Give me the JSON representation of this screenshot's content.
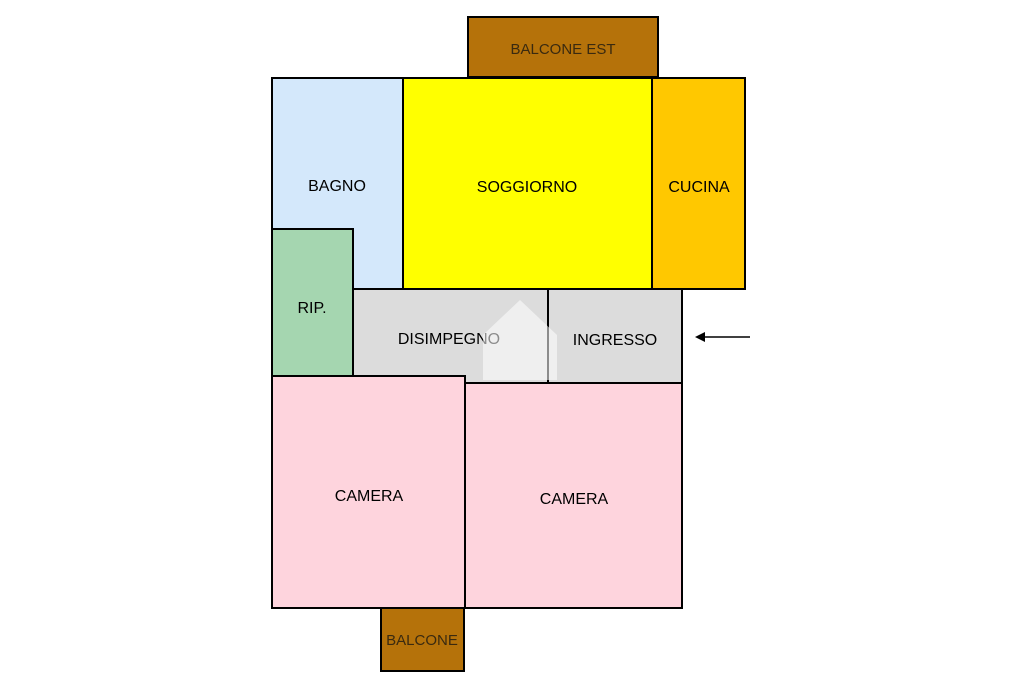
{
  "rooms": {
    "balcone_est": {
      "label": "BALCONE EST",
      "color": "#b5720a"
    },
    "bagno": {
      "label": "BAGNO",
      "color": "#d4e8fb"
    },
    "soggiorno": {
      "label": "SOGGIORNO",
      "color": "#ffff00"
    },
    "cucina": {
      "label": "CUCINA",
      "color": "#ffc800"
    },
    "ripostiglio": {
      "label": "RIP.",
      "color": "#a5d6b0"
    },
    "disimpegno": {
      "label": "DISIMPEGNO",
      "color": "#dcdcdc"
    },
    "ingresso": {
      "label": "INGRESSO",
      "color": "#dcdcdc"
    },
    "camera_1": {
      "label": "CAMERA",
      "color": "#fed4dd"
    },
    "camera_2": {
      "label": "CAMERA",
      "color": "#fed4dd"
    },
    "balcone": {
      "label": "BALCONE",
      "color": "#b5720a"
    }
  },
  "entrance_arrow": {
    "icon": "arrow-left-icon",
    "color": "#000000"
  }
}
